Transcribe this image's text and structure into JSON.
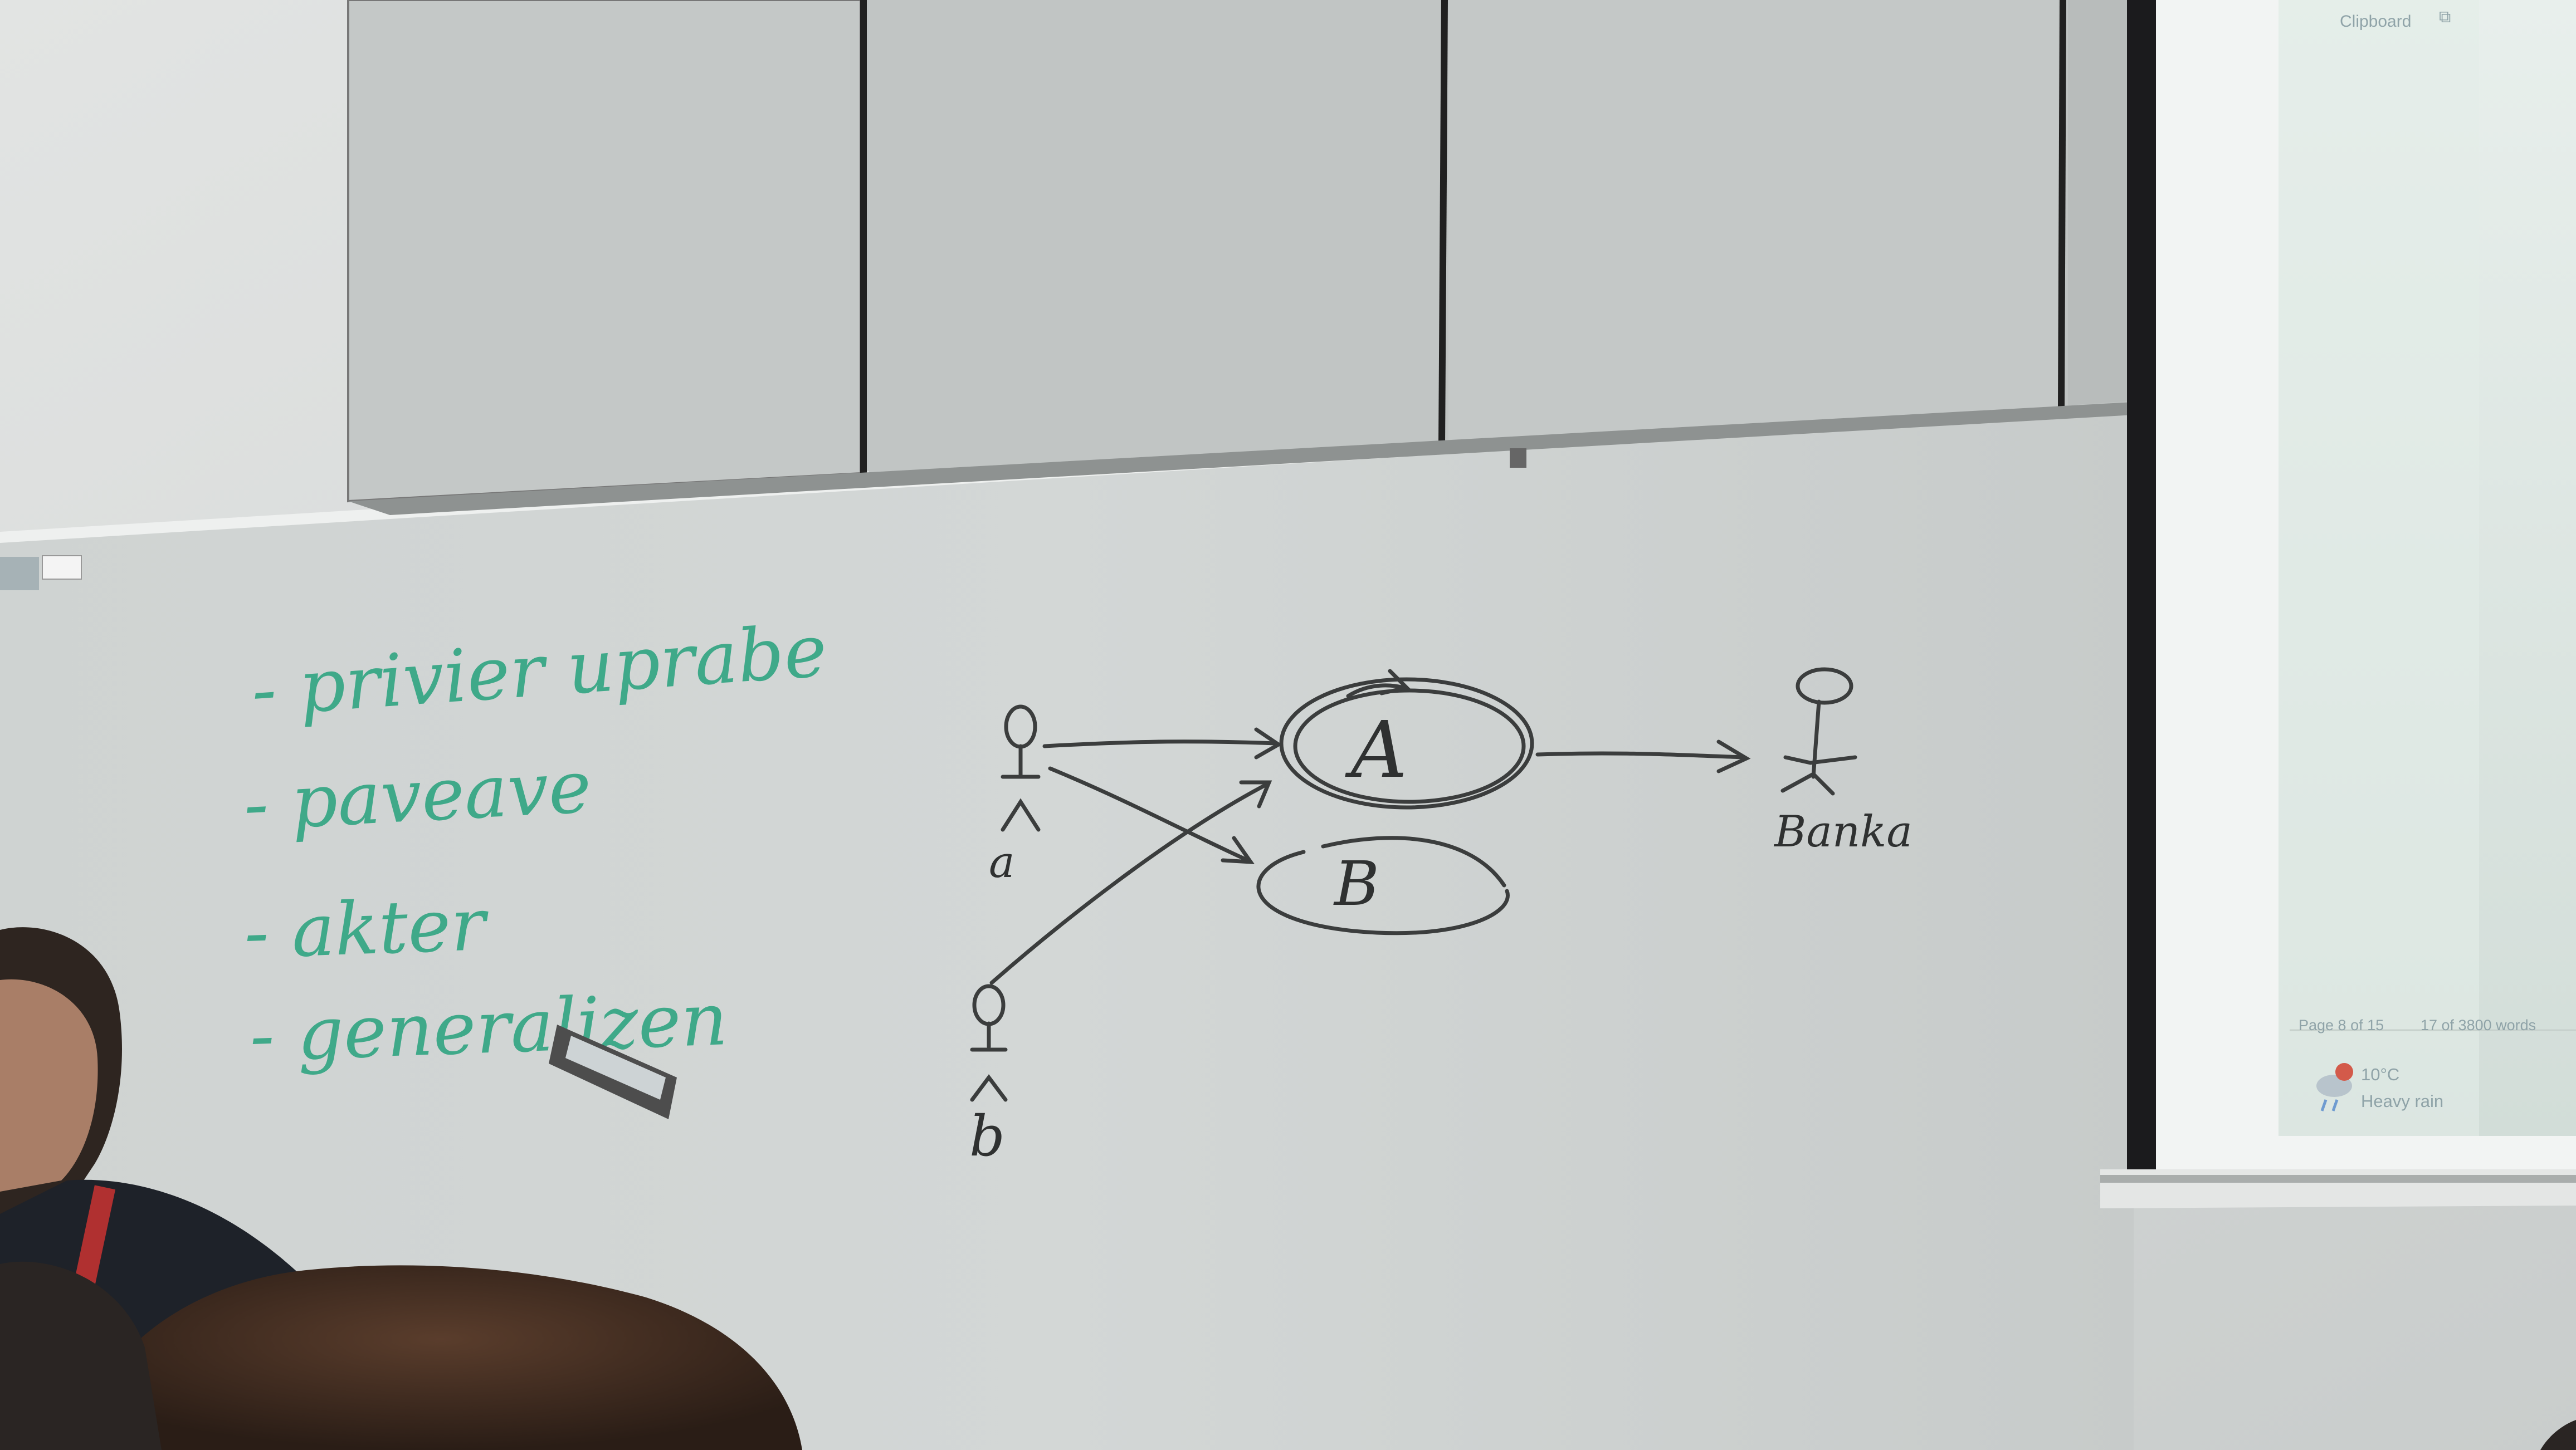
{
  "photo": {
    "subject": "classroom-whiteboard-with-projector-screen",
    "colors": {
      "wall": "#d6d9d8",
      "cabinet": "#bdc1c0",
      "whiteboard": "#d1d5d4",
      "marker_green": "#3fa989",
      "marker_black": "#3b3d3d",
      "screen": "#dde6e1",
      "frame": "#1b1b1d"
    }
  },
  "whiteboard": {
    "list_items": [
      {
        "text": "- privier uprabe"
      },
      {
        "text": "- paveave"
      },
      {
        "text": "- akter"
      },
      {
        "text": "- generalizen"
      }
    ],
    "diagram": {
      "actors": [
        {
          "label": "a"
        },
        {
          "label": "b"
        },
        {
          "label": "Banka"
        }
      ],
      "use_cases": [
        {
          "label": "A"
        },
        {
          "label": "B"
        }
      ]
    }
  },
  "projector_screen": {
    "ribbon_group": "Clipboard",
    "ribbon_launcher_glyph": "⧉",
    "status_page": "Page 8 of 15",
    "status_words": "17 of 3800 words",
    "weather_temp": "10°C",
    "weather_desc": "Heavy rain"
  }
}
